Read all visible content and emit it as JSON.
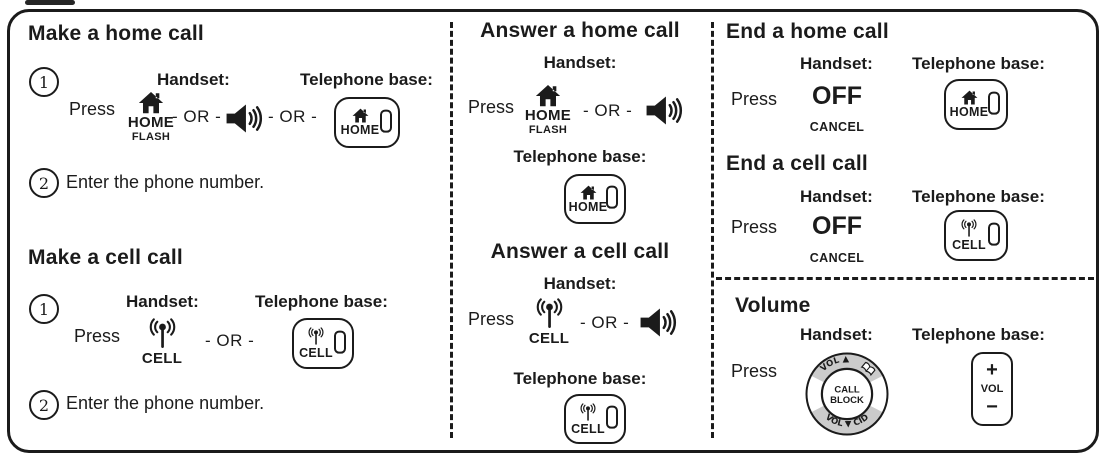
{
  "labels": {
    "handset": "Handset:",
    "telephone_base": "Telephone base:",
    "press": "Press",
    "or": "- OR -"
  },
  "keys": {
    "home": "HOME",
    "flash": "FLASH",
    "cell": "CELL",
    "off": "OFF",
    "cancel": "CANCEL"
  },
  "sections": {
    "make_home_call": {
      "title": "Make a home call",
      "step1": "1",
      "step2": "2",
      "step2_text": "Enter the phone number."
    },
    "make_cell_call": {
      "title": "Make a cell call",
      "step1": "1",
      "step2": "2",
      "step2_text": "Enter the phone number."
    },
    "answer_home_call": {
      "title": "Answer a home call"
    },
    "answer_cell_call": {
      "title": "Answer a cell call"
    },
    "end_home_call": {
      "title": "End a home call"
    },
    "end_cell_call": {
      "title": "End a cell call"
    },
    "volume": {
      "title": "Volume",
      "dial": {
        "top_label": "VOL ▲",
        "bottom_label": "VOL ▼ CID",
        "center_line1": "CALL",
        "center_line2": "BLOCK"
      },
      "base": {
        "plus": "+",
        "label": "VOL",
        "minus": "−"
      }
    }
  },
  "icons": {
    "home": "home-icon",
    "cell": "cell-antenna-icon",
    "speaker": "speakerphone-icon",
    "phonebook": "phonebook-icon",
    "led": "key-led-indicator"
  },
  "colors": {
    "ink": "#1b1b1b",
    "dial_segment": "#cbcbcb",
    "page_background": "#ffffff"
  }
}
